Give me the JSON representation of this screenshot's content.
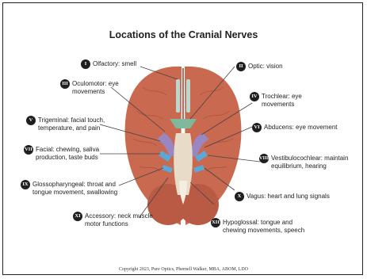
{
  "title": "Locations of the Cranial Nerves",
  "copyright": "Copyright 2023, Pure Optics, Phernell Walker, MBA, ABOM, LDO",
  "nerves": [
    {
      "numeral": "I",
      "text": "Olfactory: smell"
    },
    {
      "numeral": "II",
      "text": "Optic: vision"
    },
    {
      "numeral": "III",
      "text": "Oculomotor: eye\nmovements"
    },
    {
      "numeral": "IV",
      "text": "Trochlear: eye\nmovements"
    },
    {
      "numeral": "V",
      "text": "Trigeminal: facial touch,\ntemperature, and pain"
    },
    {
      "numeral": "VI",
      "text": "Abducens: eye movement"
    },
    {
      "numeral": "VII",
      "text": "Facial: chewing, saliva\nproduction, taste buds"
    },
    {
      "numeral": "VIII",
      "text": "Vestibulocochlear: maintain\nequilibrium, hearing"
    },
    {
      "numeral": "IX",
      "text": "Glossopharyngeal: throat and\ntongue movement, swallowing"
    },
    {
      "numeral": "X",
      "text": "Vagus: heart and lung signals"
    },
    {
      "numeral": "XI",
      "text": "Accessory: neck muscle\nmotor functions"
    },
    {
      "numeral": "XII",
      "text": "Hypoglossal: tongue and\nchewing movements, speech"
    }
  ],
  "colors": {
    "cortex": "#c9694f",
    "cerebellum": "#b85a44",
    "brainstem": "#e8dcc8",
    "nerve_green": "#7fb89a",
    "nerve_purple": "#9a86c0",
    "nerve_blue": "#5aa8d8",
    "olfactory": "#b8d8d0"
  }
}
